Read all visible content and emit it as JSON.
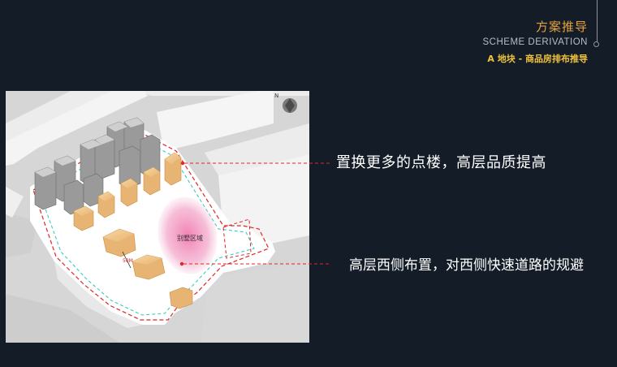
{
  "header": {
    "title_cn": "方案推导",
    "title_en": "SCHEME DERIVATION",
    "subtitle": "A 地块 - 商品房排布推导"
  },
  "diagram": {
    "villa_zone_label": "别墅区域",
    "distance_label": "50M",
    "compass_label": "N",
    "colors": {
      "tower_high": "#8f8f8f",
      "tower_orange": "#e8b474",
      "villa_zone": "#f2a3c7",
      "redline": "#e02626",
      "cyan_line": "#3fc9c0",
      "ground": "#e4e4e4"
    }
  },
  "annotations": [
    {
      "text": "置换更多的点楼，高层品质提高"
    },
    {
      "text": "高层西侧布置，对西侧快速道路的规避"
    }
  ]
}
